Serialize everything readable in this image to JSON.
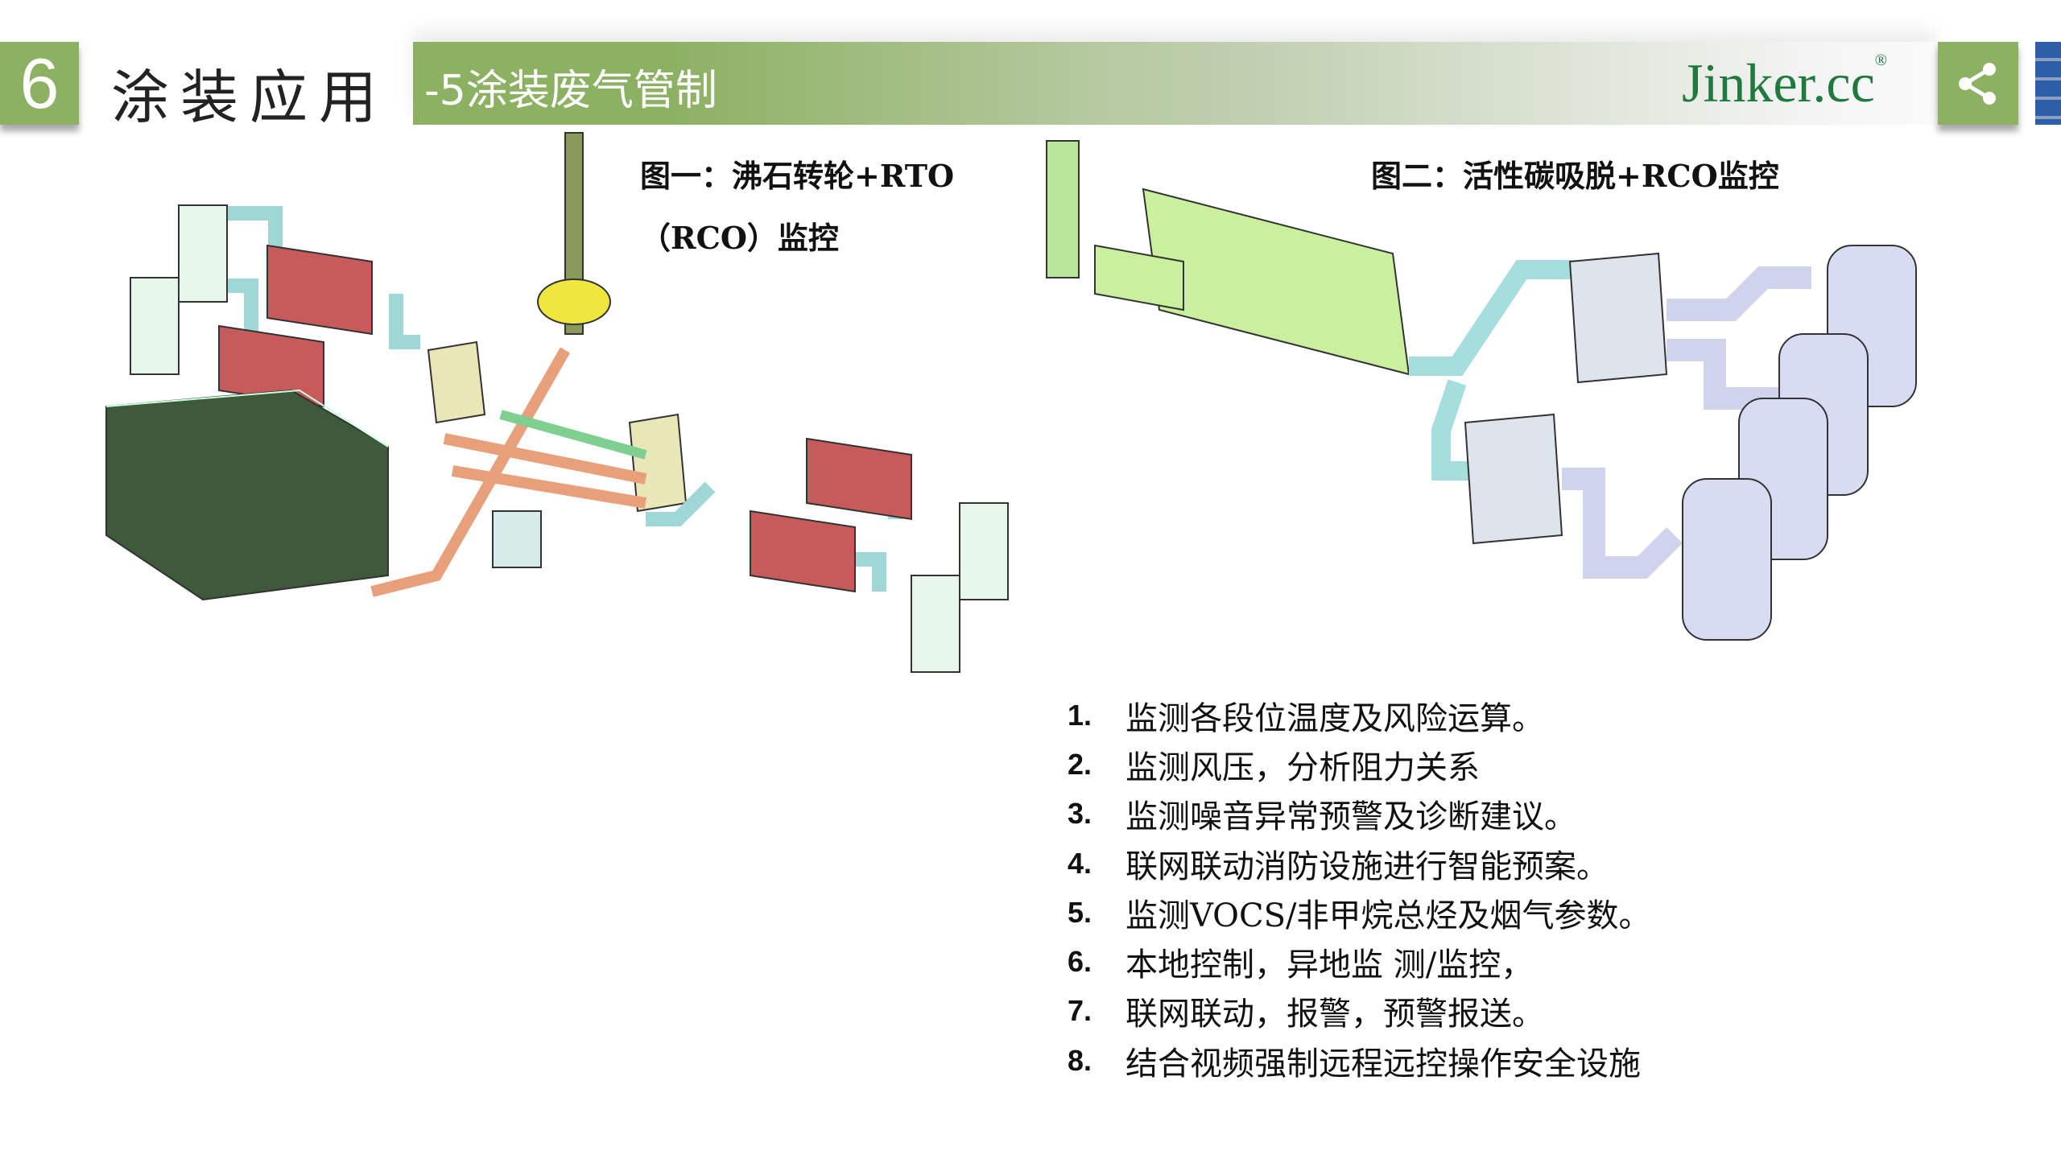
{
  "header": {
    "section_number": "6",
    "section_title": "涂装应用",
    "subtitle": "-5涂装废气管制",
    "logo": "Jinker.cc",
    "logo_mark": "®",
    "share_icon": "share-icon"
  },
  "figures": [
    {
      "caption_line1": "图一：沸石转轮+RTO",
      "caption_line2": "（RCO）监控"
    },
    {
      "caption_line1": "图二：活性碳吸脱+RCO监控"
    }
  ],
  "list": [
    {
      "num": "1.",
      "text": "监测各段位温度及风险运算。"
    },
    {
      "num": "2.",
      "text": "监测风压，分析阻力关系"
    },
    {
      "num": "3.",
      "text": "监测噪音异常预警及诊断建议。"
    },
    {
      "num": "4.",
      "text": "联网联动消防设施进行智能预案。"
    },
    {
      "num": "5.",
      "text": "监测VOCS/非甲烷总烃及烟气参数。"
    },
    {
      "num": "6.",
      "text": "本地控制，异地监 测/监控，"
    },
    {
      "num": "7.",
      "text": "联网联动，报警，预警报送。"
    },
    {
      "num": "8.",
      "text": "结合视频强制远程远控操作安全设施"
    }
  ],
  "colors": {
    "accent": "#8db163",
    "logo": "#1f7a3f"
  }
}
